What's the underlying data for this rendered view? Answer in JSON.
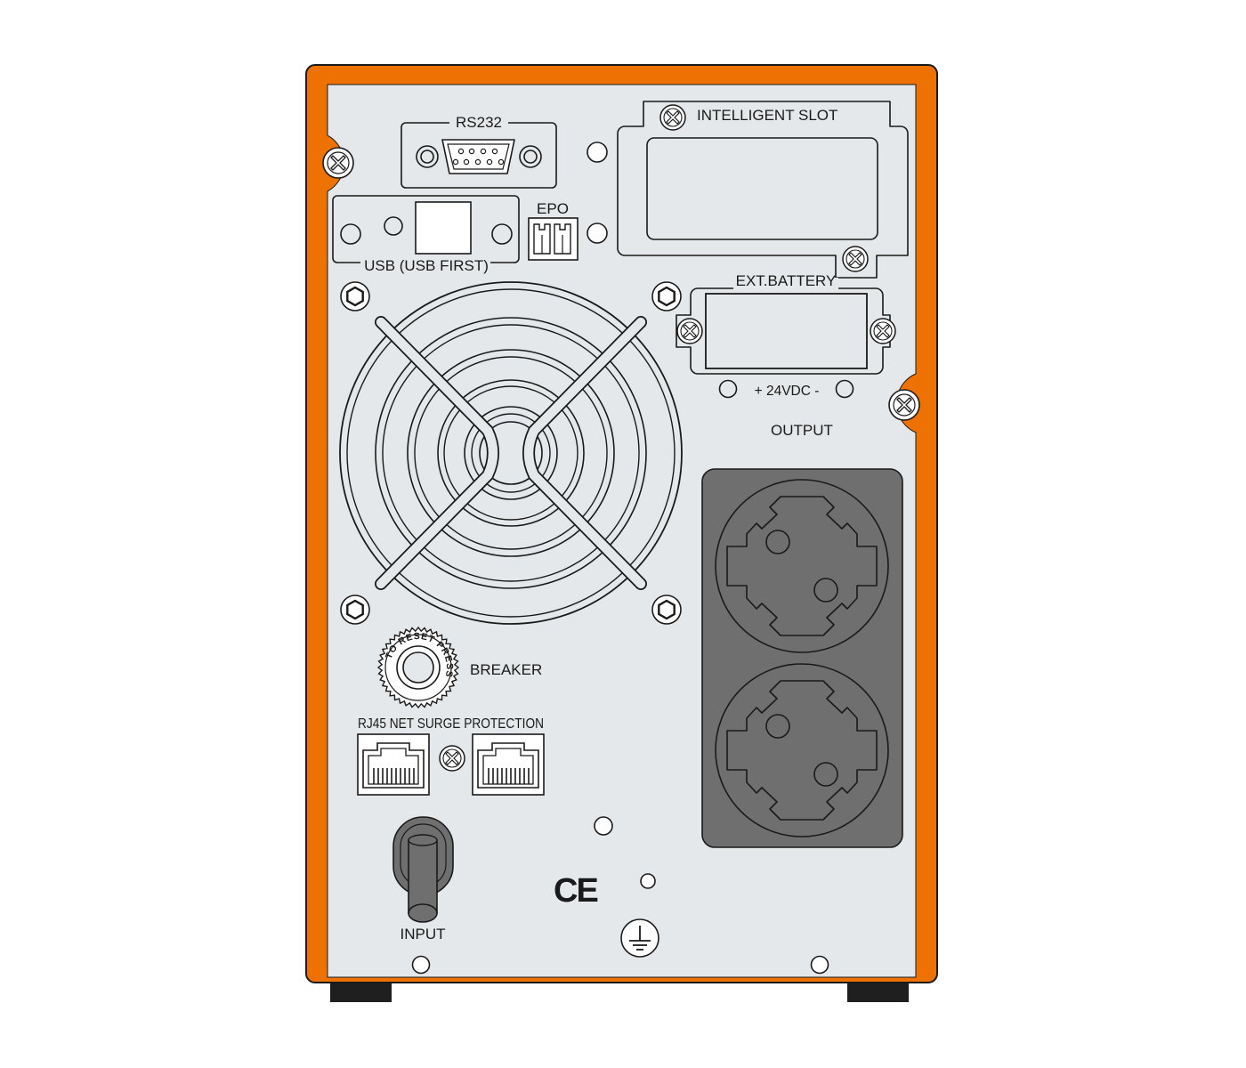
{
  "device": {
    "name": "",
    "body_color": "#ee7203",
    "panel_color": "#e4e8ea",
    "outlet_block_color": "#6f6f6f",
    "feet_color": "#1f1f1f"
  },
  "labels": {
    "rs232": "RS232",
    "intelligent_slot": "INTELLIGENT SLOT",
    "epo": "EPO",
    "usb": "USB (USB FIRST)",
    "ext_battery": "EXT.BATTERY",
    "dc_voltage": "+ 24VDC -",
    "output": "OUTPUT",
    "breaker": "BREAKER",
    "breaker_ring": "TO RESET PRESS",
    "rj45": "RJ45 NET SURGE PROTECTION",
    "input": "INPUT",
    "ce_mark": "CE"
  },
  "icons": {
    "screw": "screw-icon",
    "hex_screw": "hex-screw-icon",
    "ground": "ground-symbol-icon"
  }
}
